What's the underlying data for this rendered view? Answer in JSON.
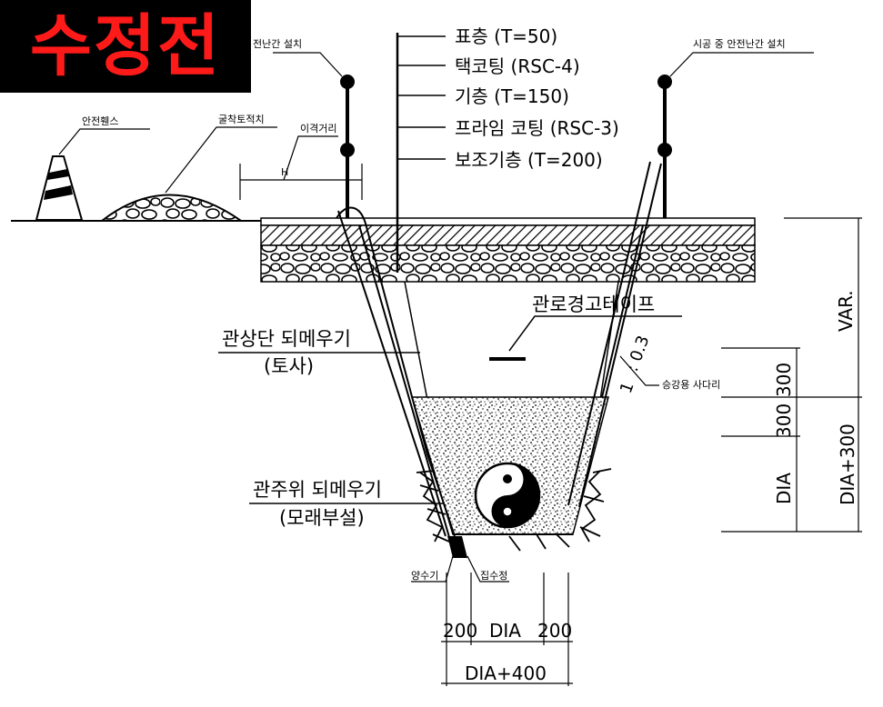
{
  "badge": {
    "text": "수정전",
    "color": "#ff1a1a"
  },
  "layers": [
    {
      "label": "표층 (T=50)"
    },
    {
      "label": "택코팅 (RSC-4)"
    },
    {
      "label": "기층 (T=150)"
    },
    {
      "label": "프라임 코팅 (RSC-3)"
    },
    {
      "label": "보조기층 (T=200)"
    }
  ],
  "notes": {
    "railing_left": "전난간 설치",
    "railing_right": "시공 중 안전난간 설치",
    "fence": "안전휀스",
    "spoil_pile": "굴착토적치",
    "separation": "이격거리",
    "h_mark": "H",
    "warning_tape": "관로경고테이프",
    "upper_backfill": "관상단 되메우기",
    "upper_backfill_material": "(토사)",
    "pipe_backfill": "관주위 되메우기",
    "pipe_backfill_material": "(모래부설)",
    "slope_1": "1",
    "slope_2": ": 0.3",
    "ladder": "승강용 사다리",
    "pump": "양수기",
    "sump": "집수정"
  },
  "dimensions": {
    "var": "VAR.",
    "d300a": "300",
    "d300b": "300",
    "dia": "DIA",
    "dia300": "DIA+300",
    "bottom_left": "200",
    "bottom_mid": "DIA",
    "bottom_right": "200",
    "bottom_total": "DIA+400"
  }
}
